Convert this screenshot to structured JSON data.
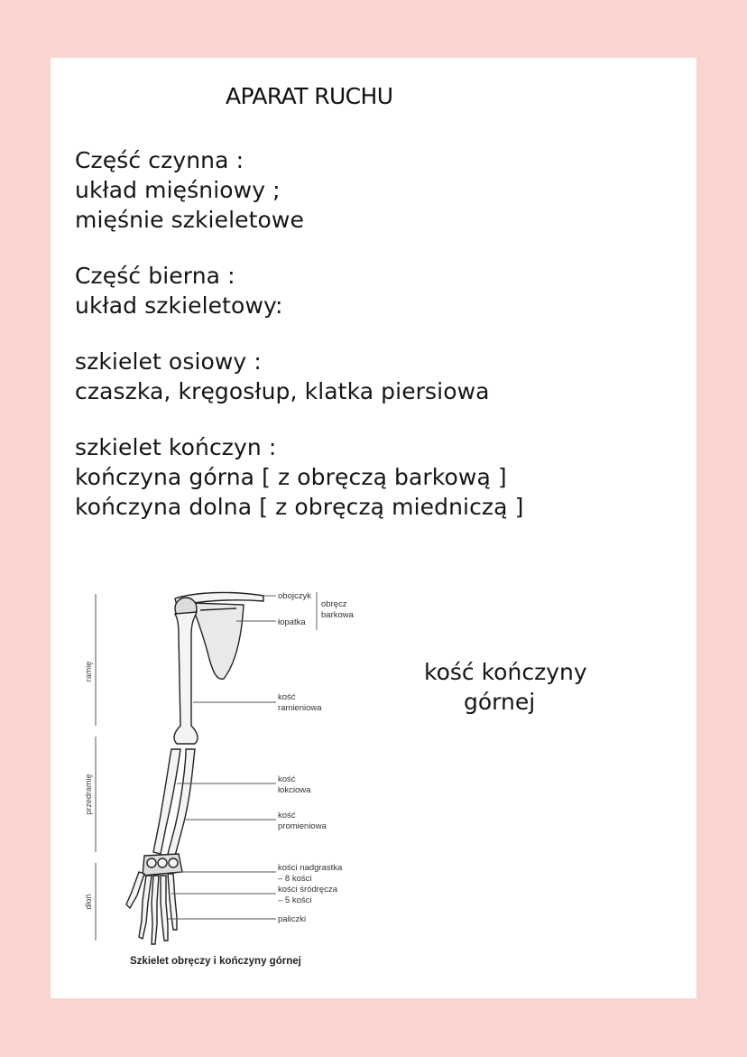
{
  "title": "APARAT RUCHU",
  "blocks": [
    {
      "lines": [
        "Część czynna :",
        "układ mięśniowy ;",
        "mięśnie szkieletowe"
      ]
    },
    {
      "lines": [
        "Część bierna :",
        "układ szkieletowy:"
      ]
    },
    {
      "lines": [
        "szkielet osiowy :",
        "czaszka, kręgosłup, klatka piersiowa"
      ]
    },
    {
      "lines": [
        "szkielet kończyn :",
        "kończyna górna [ z obręczą barkową ]",
        "kończyna dolna [ z obręczą miedniczą ]"
      ]
    }
  ],
  "side_note": [
    "kość kończyny",
    "górnej"
  ],
  "figure": {
    "side_labels": [
      "ramię",
      "przedramię",
      "dłoń"
    ],
    "bone_labels": [
      [
        "obojczyk"
      ],
      [
        "łopatka"
      ],
      [
        "kość",
        "ramieniowa"
      ],
      [
        "kość",
        "łokciowa"
      ],
      [
        "kość",
        "promieniowa"
      ],
      [
        "kości nadgrastka",
        "– 8 kości"
      ],
      [
        "kości śródręcza",
        "– 5 kości"
      ],
      [
        "paliczki"
      ]
    ],
    "group_label": [
      "obręcz",
      "barkowa"
    ],
    "caption": "Szkielet obręczy i kończyny górnej"
  }
}
